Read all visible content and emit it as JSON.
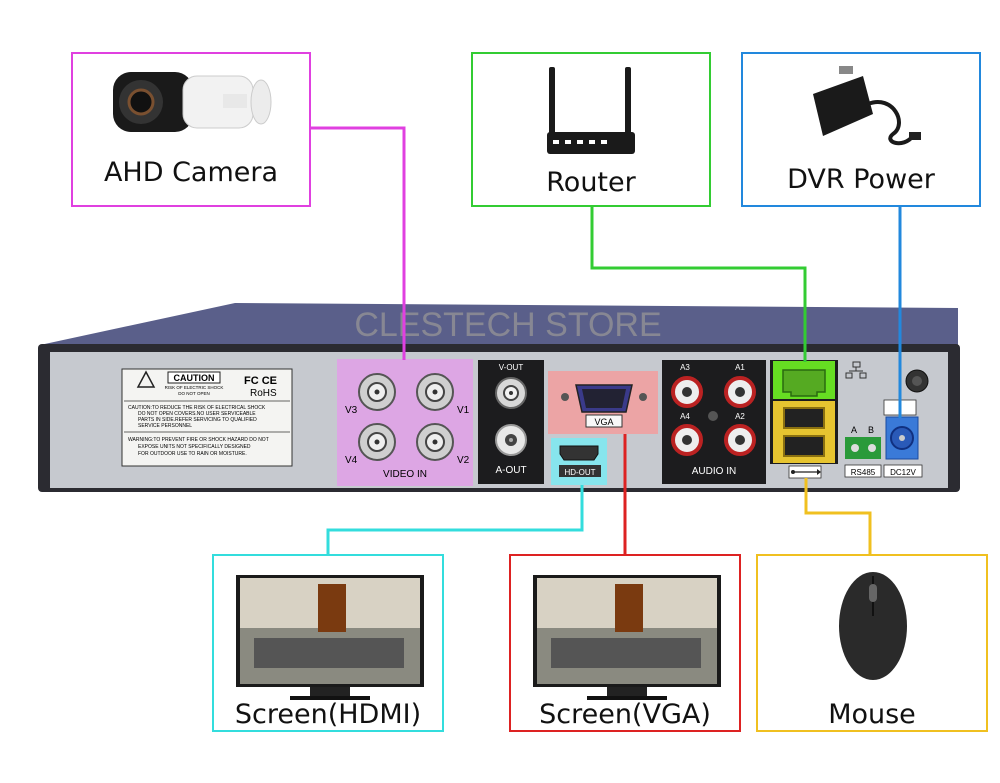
{
  "watermark": "CLESTECH STORE",
  "devices": {
    "camera": {
      "label": "AHD Camera",
      "color": "#e040e0"
    },
    "router": {
      "label": "Router",
      "color": "#33cc33"
    },
    "power": {
      "label": "DVR Power",
      "color": "#2288dd"
    },
    "screen_hdmi": {
      "label": "Screen(HDMI)",
      "color": "#33dddd"
    },
    "screen_vga": {
      "label": "Screen(VGA)",
      "color": "#dd2222"
    },
    "mouse": {
      "label": "Mouse",
      "color": "#f0c020"
    }
  },
  "panel": {
    "caution_title": "CAUTION",
    "caution_sub1": "RISK OF ELECTRIC SHOCK",
    "caution_sub2": "DO NOT OPEN",
    "fc": "FC CE",
    "rohs": "RoHS",
    "caution_lines": [
      "CAUTION:TO REDUCE THE RISK OF ELECTRICAL SHOCK",
      "DO NOT OPEN COVERS.NO USER SERVICEABLE",
      "PARTS IN SIDE.REFER SERVICING TO QUALIFIED",
      "SERVICE PERSONNEL"
    ],
    "warning_lines": [
      "WARNING:TO PREVENT FIRE OR SHOCK HAZARD DO NOT",
      "EXPOSE UNITS NOT SPECIFICALLY DESIGNED",
      "FOR OUTDOOR USE TO RAIN OR MOISTURE."
    ],
    "video_in": "VIDEO IN",
    "v_labels": [
      "V3",
      "V1",
      "V4",
      "V2"
    ],
    "v_out": "V-OUT",
    "a_out": "A-OUT",
    "vga": "VGA",
    "hd_out": "HD-OUT",
    "audio_labels": [
      "A3",
      "A1",
      "A4",
      "A2"
    ],
    "audio_in": "AUDIO IN",
    "rs_a": "A",
    "rs_b": "B",
    "rs485": "RS485",
    "dc12v": "DC12V"
  }
}
